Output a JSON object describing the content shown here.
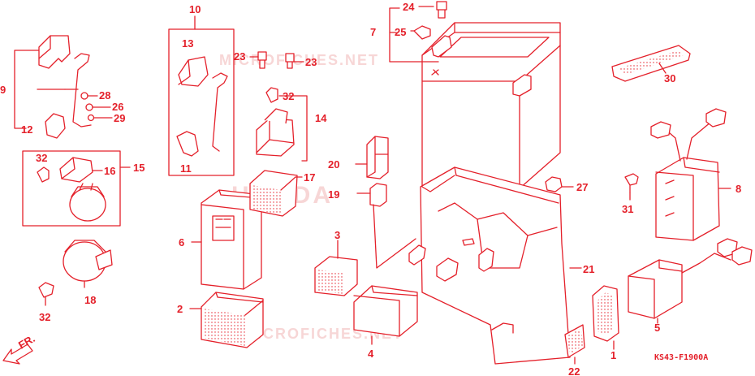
{
  "watermarks": {
    "brand": "HONDA",
    "site_top": "MICROFICHES.NET",
    "site_bottom": "MICROFICHES.NET"
  },
  "direction_marker": {
    "label": "FR.",
    "icon": "arrow-left-down-icon"
  },
  "diagram_code": "KS43-F1900A",
  "callouts": {
    "c1": "1",
    "c2": "2",
    "c3": "3",
    "c4": "4",
    "c5": "5",
    "c6": "6",
    "c7": "7",
    "c8": "8",
    "c9": "9",
    "c10": "10",
    "c11": "11",
    "c12": "12",
    "c13": "13",
    "c14": "14",
    "c15": "15",
    "c16": "16",
    "c17": "17",
    "c18": "18",
    "c19": "19",
    "c20": "20",
    "c21": "21",
    "c22": "22",
    "c23a": "23",
    "c23b": "23",
    "c24": "24",
    "c25": "25",
    "c26": "26",
    "c27": "27",
    "c28": "28",
    "c29": "29",
    "c30": "30",
    "c31": "31",
    "c32a": "32",
    "c32b": "32",
    "c32c": "32"
  },
  "colors": {
    "line": "#e4202a",
    "watermark": "#f7d6d6"
  }
}
